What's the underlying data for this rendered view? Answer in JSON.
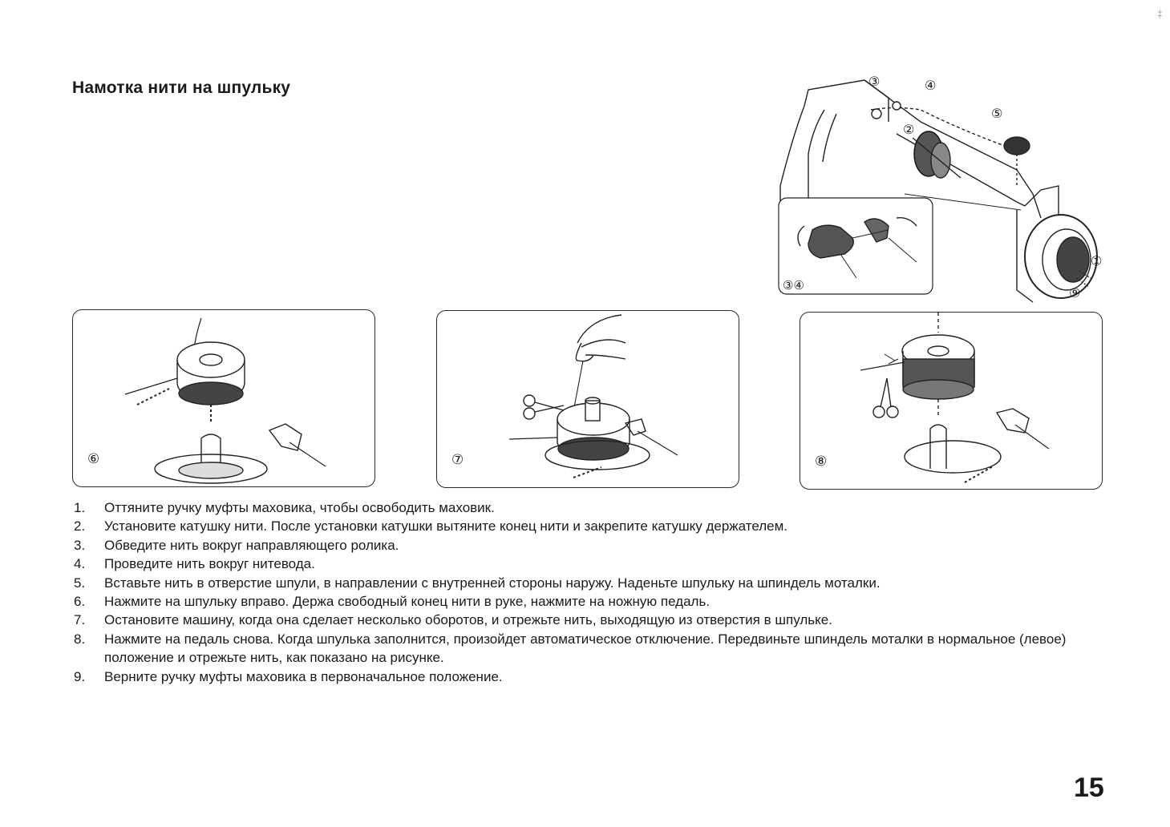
{
  "page": {
    "title": "Намотка нити на шпульку",
    "page_number": "15",
    "corner_mark": "‡"
  },
  "main_figure": {
    "callouts": [
      "③",
      "④",
      "②",
      "⑤",
      "①",
      "⑨"
    ],
    "inset_label": "③④"
  },
  "panels": [
    {
      "label": "⑥"
    },
    {
      "label": "⑦"
    },
    {
      "label": "⑧"
    }
  ],
  "steps": [
    {
      "num": "1.",
      "text": "Оттяните ручку муфты маховика, чтобы  освободить маховик."
    },
    {
      "num": "2.",
      "text": "Установите катушку нити. После установки катушки вытяните конец нити и закрепите катушку держателем."
    },
    {
      "num": "3.",
      "text": "Обведите нить вокруг направляющего ролика."
    },
    {
      "num": "4.",
      "text": "Проведите нить вокруг нитевода."
    },
    {
      "num": "5.",
      "text": "Вставьте нить в отверстие шпули, в направлении с внутренней стороны наружу. Наденьте шпульку на шпиндель моталки."
    },
    {
      "num": "6.",
      "text": "Нажмите на шпульку вправо. Держа свободный конец нити в руке, нажмите на ножную педаль."
    },
    {
      "num": "7.",
      "text": "Остановите машину, когда она сделает несколько оборотов, и отрежьте нить, выходящую из отверстия в шпульке."
    },
    {
      "num": "8.",
      "text": "Нажмите на педаль снова. Когда шпулька заполнится, произойдет автоматическое отключение. Передвиньте шпиндель моталки в нормальное (левое)  положение и отрежьте нить, как показано на рисунке."
    },
    {
      "num": "9.",
      "text": "Верните ручку муфты маховика в первоначальное положение."
    }
  ],
  "icons": [
    "sewing-machine-top-illustration",
    "bobbin-winder-illustration",
    "scissors-icon",
    "hand-icon"
  ]
}
